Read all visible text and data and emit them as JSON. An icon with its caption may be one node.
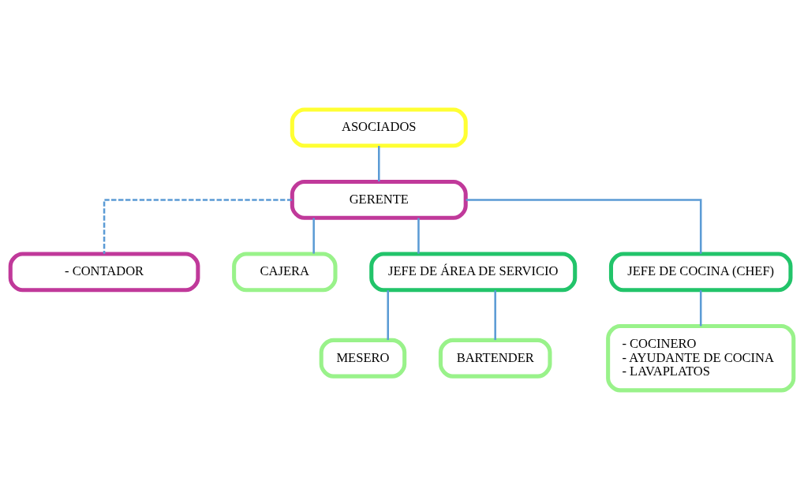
{
  "diagram": {
    "nodes": [
      {
        "text": [
          "ASOCIADOS"
        ]
      },
      {
        "text": [
          "GERENTE"
        ]
      },
      {
        "text": [
          "- CONTADOR"
        ]
      },
      {
        "text": [
          "CAJERA"
        ]
      },
      {
        "text": [
          "JEFE DE ÁREA DE SERVICIO"
        ]
      },
      {
        "text": [
          "JEFE DE COCINA (CHEF)"
        ]
      },
      {
        "text": [
          "MESERO"
        ]
      },
      {
        "text": [
          "BARTENDER"
        ]
      },
      {
        "text": [
          "- COCINERO",
          "- AYUDANTE DE COCINA",
          "- LAVAPLATOS"
        ]
      }
    ],
    "edges": [
      {
        "from": 0,
        "to": 1,
        "arrow": "none"
      },
      {
        "from": 1,
        "to": 2,
        "arrow": "none",
        "style": "dashed"
      },
      {
        "from": 1,
        "to": 3,
        "arrow": "none"
      },
      {
        "from": 1,
        "to": 4,
        "arrow": "none"
      },
      {
        "from": 1,
        "to": 5,
        "arrow": "none"
      },
      {
        "from": 4,
        "to": 6,
        "arrow": "none"
      },
      {
        "from": 4,
        "to": 7,
        "arrow": "none"
      },
      {
        "from": 5,
        "to": 8,
        "arrow": "none"
      }
    ]
  }
}
